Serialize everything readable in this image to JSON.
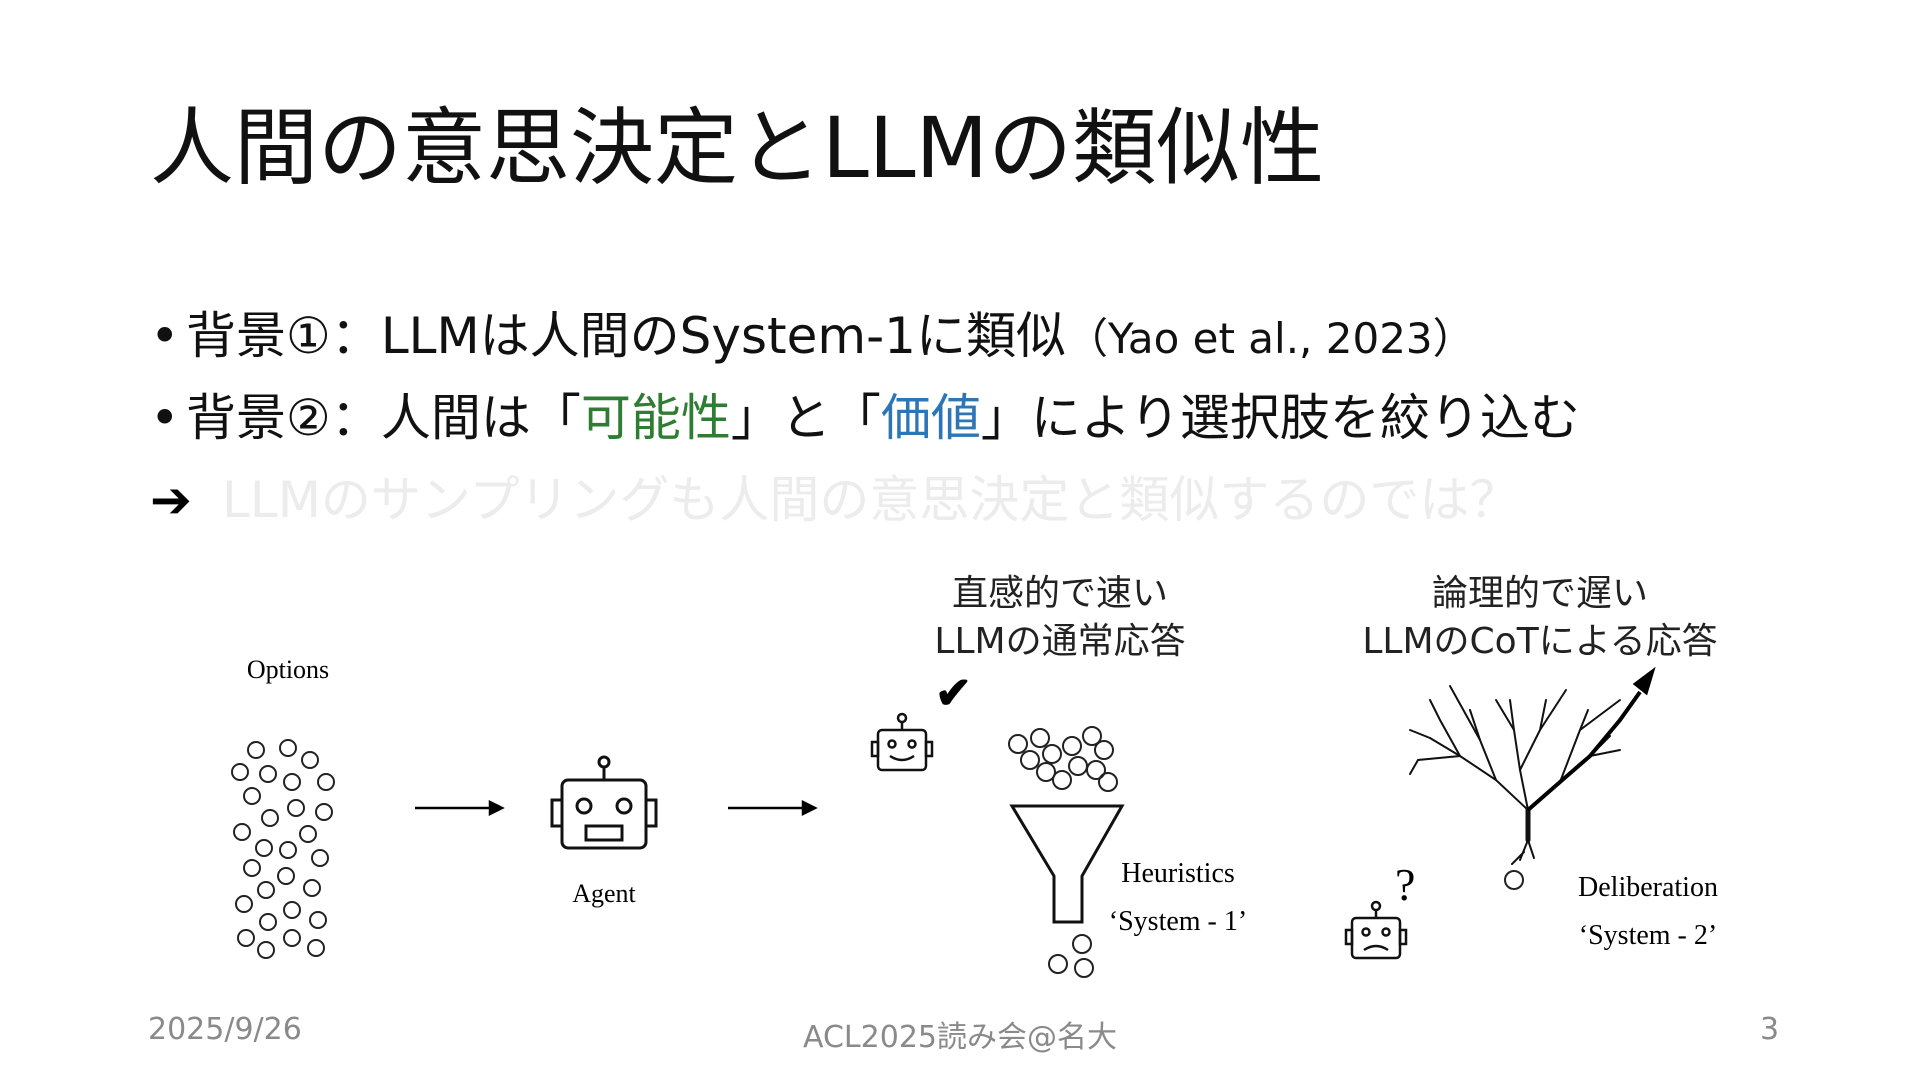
{
  "slide": {
    "title": "人間の意思決定とLLMの類似性",
    "bullets": [
      {
        "marker": "•",
        "prefix": "背景①：LLMは人間のSystem-1に類似",
        "citation": "（Yao et al., 2023）"
      },
      {
        "marker": "•",
        "part1": "背景②：人間は「",
        "highlight1": "可能性",
        "part2": "」と「",
        "highlight2": "価値",
        "part3": "」により選択肢を絞り込む"
      }
    ],
    "conclusion": {
      "arrow": "➔",
      "text": "LLMのサンプリングも人間の意思決定と類似するのでは？"
    },
    "figure": {
      "caption_fast_line1": "直感的で速い",
      "caption_fast_line2": "LLMの通常応答",
      "caption_slow_line1": "論理的で遅い",
      "caption_slow_line2": "LLMのCoTによる応答",
      "options_label": "Options",
      "agent_label": "Agent",
      "heuristics_label": "Heuristics",
      "system1_label": "‘System - 1’",
      "deliberation_label": "Deliberation",
      "system2_label": "‘System - 2’",
      "check_mark": "✔",
      "question_mark": "?"
    },
    "footer": {
      "date": "2025/9/26",
      "event": "ACL2025読み会@名大",
      "page": "3"
    },
    "colors": {
      "green": "#2e7d32",
      "blue": "#2e75b6",
      "faded": "#ececec"
    }
  }
}
